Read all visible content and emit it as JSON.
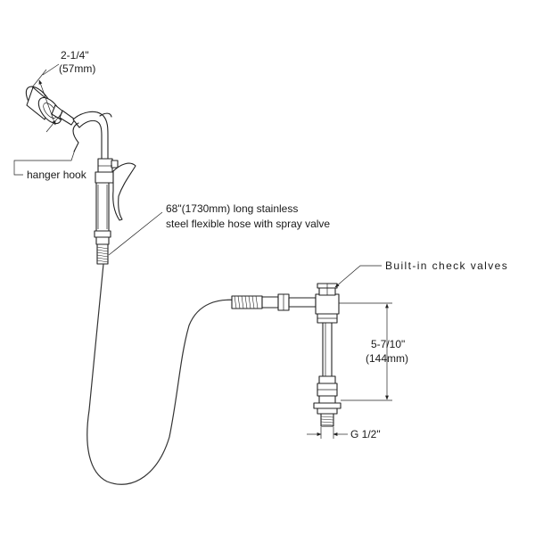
{
  "diagram": {
    "labels": {
      "head_width_imperial": "2-1/4\"",
      "head_width_metric": "(57mm)",
      "hanger_hook": "hanger hook",
      "hose_line1": "68\"(1730mm) long stainless",
      "hose_line2": "steel flexible hose with spray valve",
      "check_valves": "Built-in check valves",
      "height_imperial": "5-7/10\"",
      "height_metric": "(144mm)",
      "thread": "G 1/2\""
    }
  }
}
